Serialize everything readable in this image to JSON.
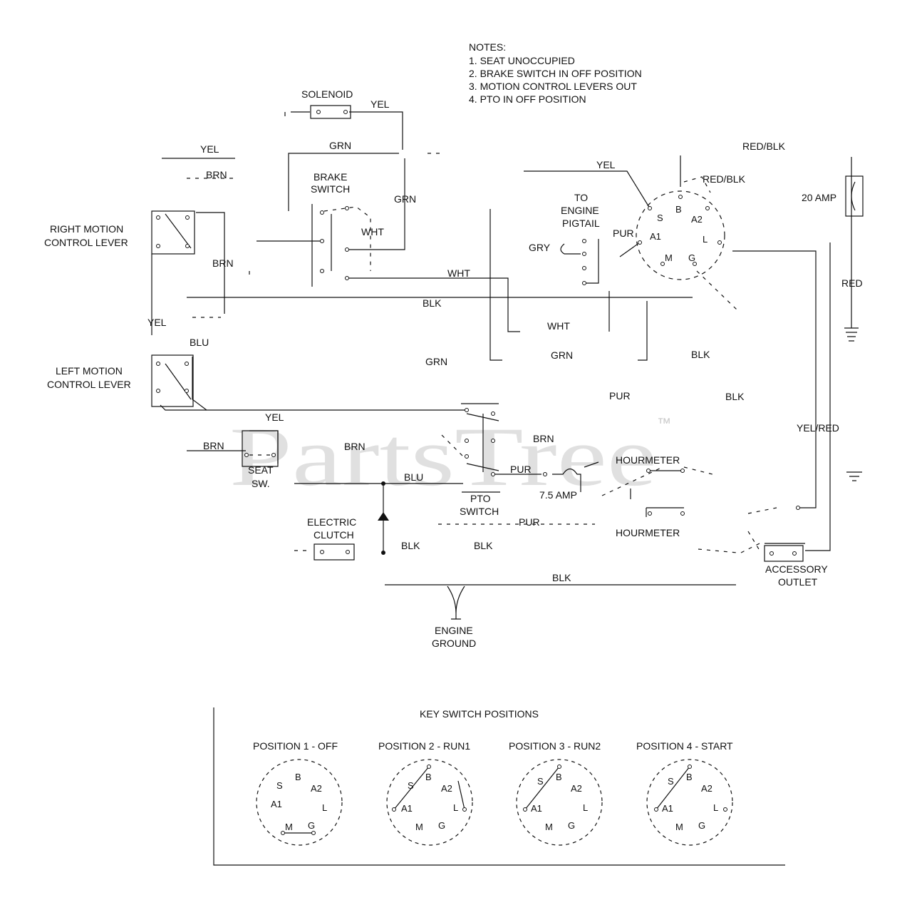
{
  "notes": {
    "heading": "NOTES:",
    "items": [
      "1.  SEAT UNOCCUPIED",
      "2.  BRAKE SWITCH IN OFF POSITION",
      "3.  MOTION CONTROL LEVERS OUT",
      "4.  PTO IN OFF POSITION"
    ]
  },
  "components": {
    "solenoid": "SOLENOID",
    "brake_switch": [
      "BRAKE",
      "SWITCH"
    ],
    "right_lever": [
      "RIGHT MOTION",
      "CONTROL LEVER"
    ],
    "left_lever": [
      "LEFT MOTION",
      "CONTROL LEVER"
    ],
    "engine_pigtail": [
      "TO",
      "ENGINE",
      "PIGTAIL"
    ],
    "fuse_20": "20 AMP",
    "fuse_75": "7.5 AMP",
    "seat_switch": [
      "SEAT",
      "SW."
    ],
    "electric_clutch": [
      "ELECTRIC",
      "CLUTCH"
    ],
    "pto_switch": [
      "PTO",
      "SWITCH"
    ],
    "hourmeter_top": "HOURMETER",
    "hourmeter_bottom": "HOURMETER",
    "accessory_outlet": [
      "ACCESSORY",
      "OUTLET"
    ],
    "engine_ground": [
      "ENGINE",
      "GROUND"
    ]
  },
  "key_switch_pins": {
    "s": "S",
    "b": "B",
    "a2": "A2",
    "a1": "A1",
    "l": "L",
    "m": "M",
    "g": "G"
  },
  "wire_labels": {
    "yel_solenoid": "YEL",
    "grn_top": "GRN",
    "yel_top_left": "YEL",
    "brn_top": "BRN",
    "grn_mid": "GRN",
    "wht_brake": "WHT",
    "brn_right_lever": "BRN",
    "wht_mid": "WHT",
    "blk_main": "BLK",
    "yel_left_vertical": "YEL",
    "blu_left": "BLU",
    "yel_key": "YEL",
    "red_blk_top": "RED/BLK",
    "red_blk_key": "RED/BLK",
    "gry": "GRY",
    "pur_key": "PUR",
    "wht_lower": "WHT",
    "grn_lower": "GRN",
    "grn_left": "GRN",
    "blk_right": "BLK",
    "pur_center": "PUR",
    "blk_far_right": "BLK",
    "red_battery": "RED",
    "yel_red": "YEL/RED",
    "yel_seat": "YEL",
    "brn_pto": "BRN",
    "brn_seat": "BRN",
    "brn_seat_right": "BRN",
    "blu_clutch": "BLU",
    "pur_fuse": "PUR",
    "pur_lower": "PUR",
    "blk_clutch": "BLK",
    "blk_clutch_right": "BLK",
    "blk_ground": "BLK"
  },
  "key_switch_positions": {
    "title": "KEY SWITCH POSITIONS",
    "positions": [
      "POSITION 1 - OFF",
      "POSITION 2 - RUN1",
      "POSITION 3 - RUN2",
      "POSITION 4 - START"
    ]
  },
  "watermark": {
    "text": "PartsTree",
    "mark": "™"
  }
}
